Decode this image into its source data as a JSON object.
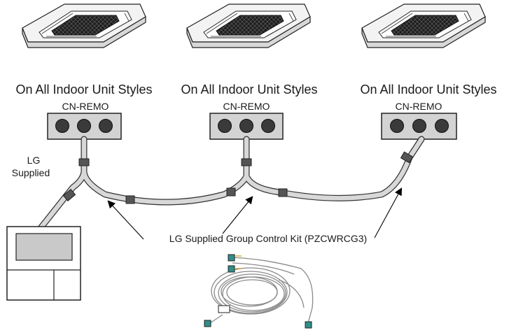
{
  "units": [
    {
      "title": "On All Indoor Unit Styles",
      "connector": "CN-REMO"
    },
    {
      "title": "On All Indoor Unit Styles",
      "connector": "CN-REMO"
    },
    {
      "title": "On All Indoor Unit Styles",
      "connector": "CN-REMO"
    }
  ],
  "lg_supplied": {
    "line1": "LG",
    "line2": "Supplied"
  },
  "kit_label": "LG Supplied Group Control Kit (PZCWRCG3)",
  "icons": [
    "cassette-unit-icon",
    "connector-block-icon",
    "wired-remote-controller-icon",
    "cable-kit-icon"
  ]
}
